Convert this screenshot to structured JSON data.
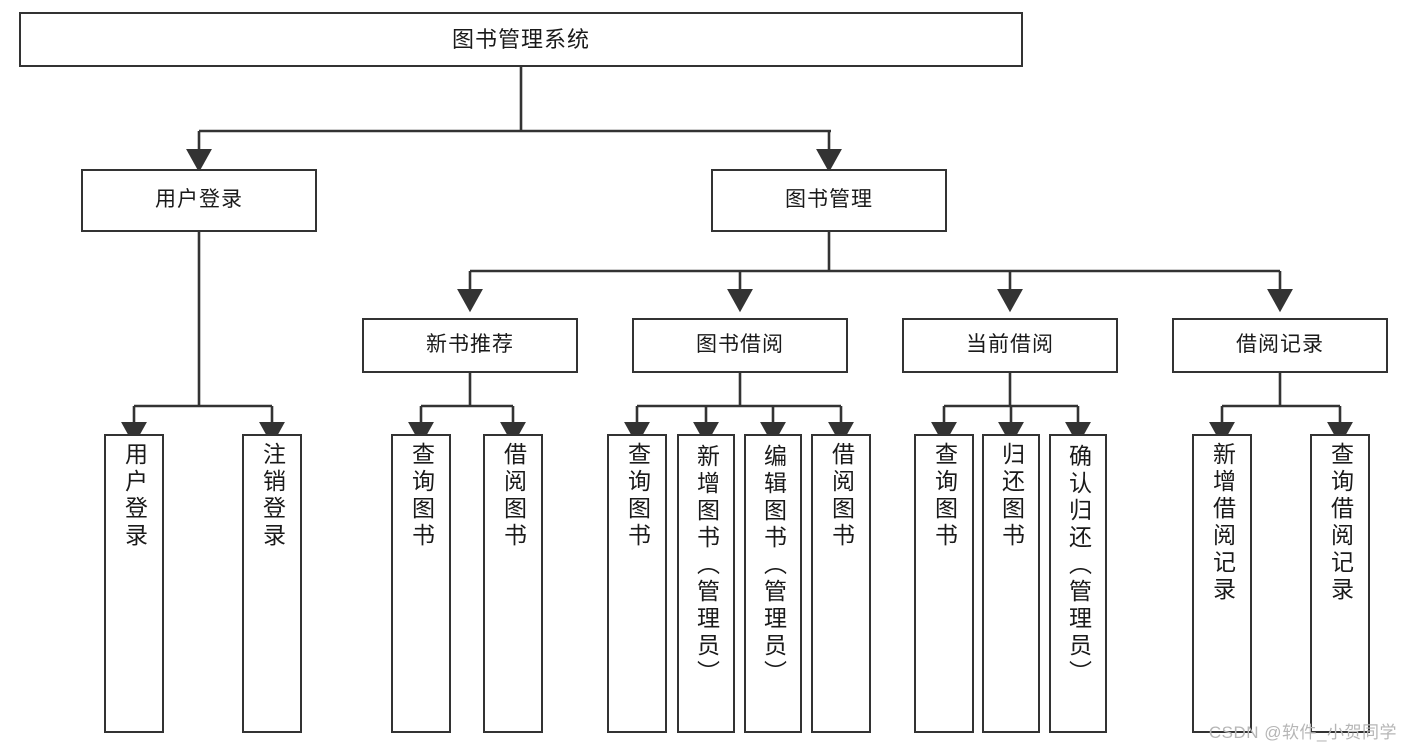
{
  "diagram": {
    "title": "图书管理系统",
    "type": "tree",
    "watermark": "CSDN @软件_小贺同学",
    "colors": {
      "box_border": "#333333",
      "box_fill": "#ffffff",
      "connector": "#333333",
      "text": "#1a1a1a",
      "watermark": "#b6b6b6",
      "background": "#ffffff"
    },
    "root": {
      "label": "图书管理系统"
    },
    "level2": [
      {
        "label": "用户登录"
      },
      {
        "label": "图书管理"
      }
    ],
    "level3": [
      {
        "label": "新书推荐"
      },
      {
        "label": "图书借阅"
      },
      {
        "label": "当前借阅"
      },
      {
        "label": "借阅记录"
      }
    ],
    "leaves": {
      "user_login": [
        {
          "label": "用户登录"
        },
        {
          "label": "注销登录"
        }
      ],
      "new_book": [
        {
          "label": "查询图书"
        },
        {
          "label": "借阅图书"
        }
      ],
      "borrow_book": [
        {
          "label": "查询图书"
        },
        {
          "label": "新增图书（管理员）"
        },
        {
          "label": "编辑图书（管理员）"
        },
        {
          "label": "借阅图书"
        }
      ],
      "current_borrow": [
        {
          "label": "查询图书"
        },
        {
          "label": "归还图书"
        },
        {
          "label": "确认归还（管理员）"
        }
      ],
      "borrow_record": [
        {
          "label": "新增借阅记录"
        },
        {
          "label": "查询借阅记录"
        }
      ]
    }
  }
}
